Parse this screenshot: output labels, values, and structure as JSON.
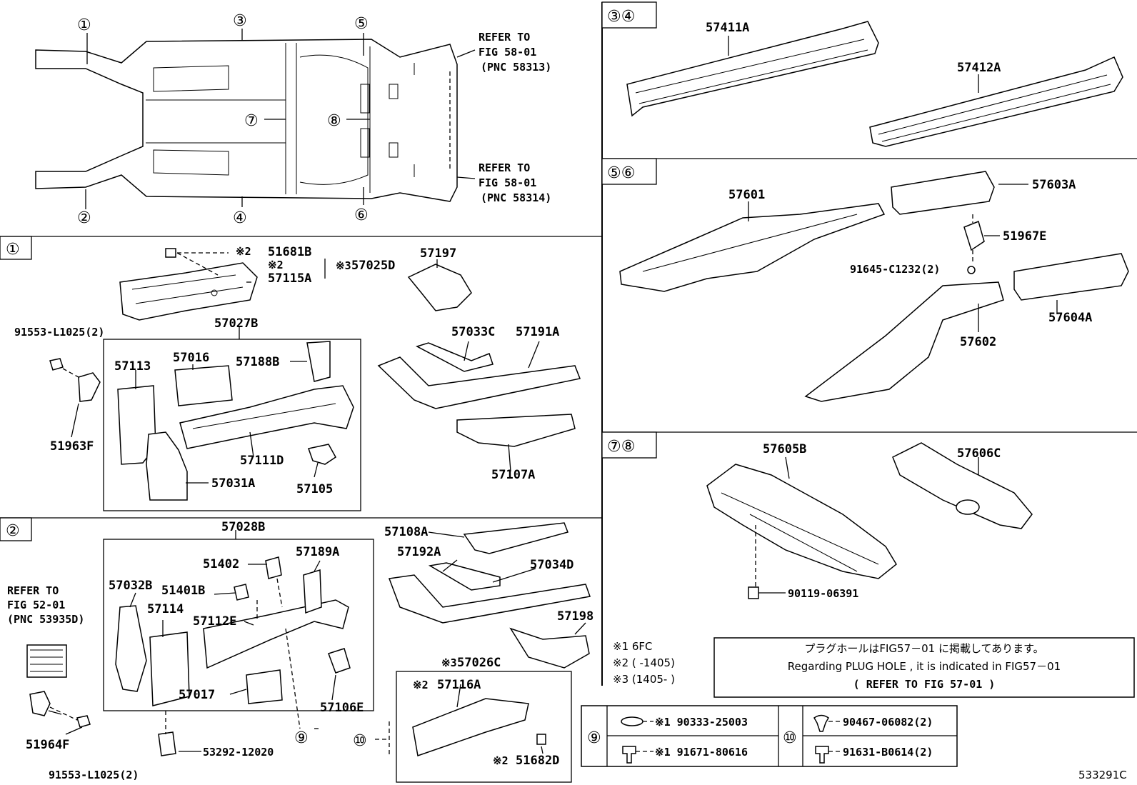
{
  "overview": {
    "refer_top": [
      "REFER TO",
      "FIG 58-01",
      "(PNC 58313)"
    ],
    "refer_bottom": [
      "REFER TO",
      "FIG 58-01",
      "(PNC 58314)"
    ],
    "callouts": [
      "①",
      "②",
      "③",
      "④",
      "⑤",
      "⑥",
      "⑦",
      "⑧"
    ]
  },
  "section_tags": {
    "s1": "①",
    "s2": "②",
    "s34": "③④",
    "s56": "⑤⑥",
    "s78": "⑦⑧"
  },
  "section1": {
    "n51681B": "51681B",
    "n57115A": "57115A",
    "n57025D": "57025D",
    "n57197": "57197",
    "mark2a": "※2",
    "mark2b": "※2",
    "mark3": "※3",
    "n91553": "91553-L1025(2)",
    "n57027B": "57027B",
    "n57033C": "57033C",
    "n57191A": "57191A",
    "n57113": "57113",
    "n57016": "57016",
    "n57188B": "57188B",
    "n51963F": "51963F",
    "n57111D": "57111D",
    "n57031A": "57031A",
    "n57105": "57105",
    "n57107A": "57107A"
  },
  "section2": {
    "n57028B": "57028B",
    "n57108A": "57108A",
    "n57192A": "57192A",
    "n57034D": "57034D",
    "n51402": "51402",
    "n57189A": "57189A",
    "n57032B": "57032B",
    "n51401B": "51401B",
    "n57114": "57114",
    "n57112E": "57112E",
    "n57017": "57017",
    "n57106E": "57106E",
    "n57198": "57198",
    "n57026C": "57026C",
    "n57116A": "57116A",
    "n51682D": "51682D",
    "n51964F": "51964F",
    "n91553b": "91553-L1025(2)",
    "n53292": "53292-12020",
    "mark3": "※3",
    "mark2a": "※2",
    "mark2b": "※2",
    "refer": [
      "REFER TO",
      "FIG 52-01",
      "(PNC 53935D)"
    ],
    "c9": "⑨",
    "c10": "⑩"
  },
  "section34": {
    "n57411A": "57411A",
    "n57412A": "57412A"
  },
  "section56": {
    "n57601": "57601",
    "n57603A": "57603A",
    "n51967E": "51967E",
    "n91645": "91645-C1232(2)",
    "n57604A": "57604A",
    "n57602": "57602"
  },
  "section78": {
    "n57605B": "57605B",
    "n57606C": "57606C",
    "n90119": "90119-06391"
  },
  "legend": {
    "m1": "※1 6FC",
    "m2": "※2 (      -1405)",
    "m3": "※3 (1405-      )"
  },
  "notice": {
    "jp": "プラグホールはFIG57－01 に掲載してあります。",
    "en": "Regarding PLUG HOLE , it is indicated in FIG57－01",
    "refer": "(    REFER TO FIG 57-01    )"
  },
  "fasteners": {
    "c9": "⑨",
    "c10": "⑩",
    "a1": "※1 90333-25003",
    "a2": "※1 91671-80616",
    "b1": "90467-06082(2)",
    "b2": "91631-B0614(2)"
  },
  "figure_id": "533291C"
}
